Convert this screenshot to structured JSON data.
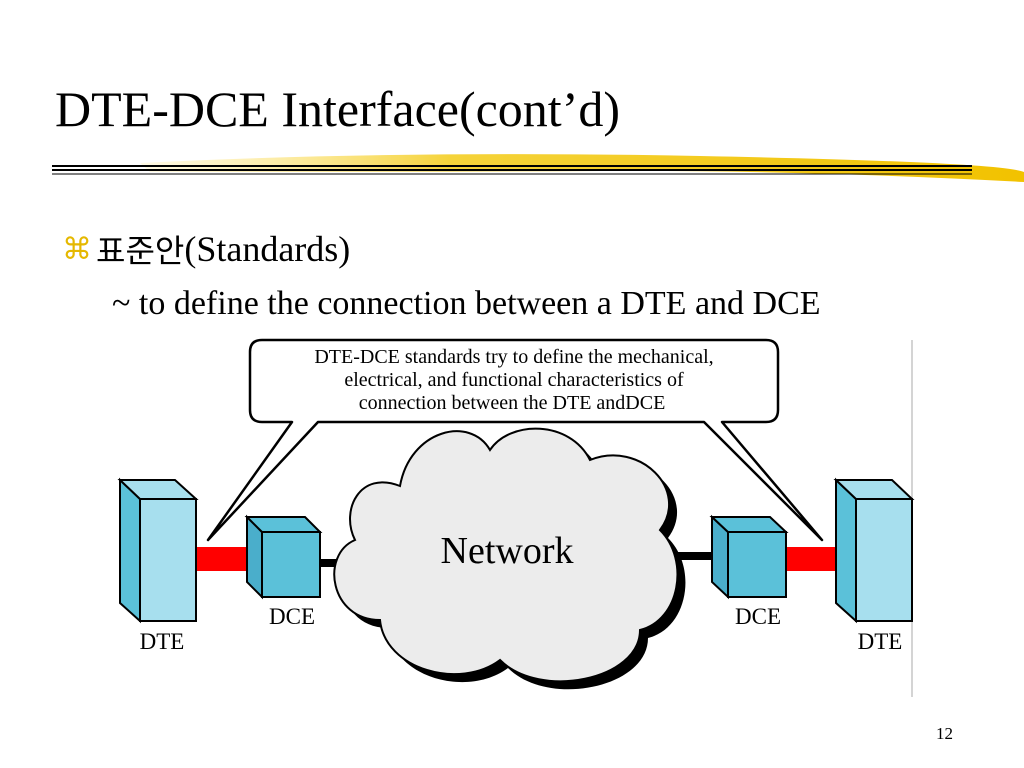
{
  "slide": {
    "title": "DTE-DCE Interface(cont’d)",
    "bullet_icon": "⌘",
    "bullet_korean": "표준안",
    "bullet_text": "(Standards)",
    "sub_text": "~ to define the connection between a DTE and DCE",
    "page_number": "12"
  },
  "diagram": {
    "callout_lines": [
      "DTE-DCE standards try to define the mechanical,",
      "electrical, and functional characteristics of",
      "connection between the DTE andDCE"
    ],
    "network_label": "Network",
    "left_dce_label": "DCE",
    "left_dte_label": "DTE",
    "right_dce_label": "DCE",
    "right_dte_label": "DTE"
  },
  "colors": {
    "accent_yellow": "#f2c200",
    "box_fill": "#5bc1d9",
    "box_light": "#a7dfee",
    "link_red": "#ff0000",
    "cloud_fill": "#ececec"
  }
}
